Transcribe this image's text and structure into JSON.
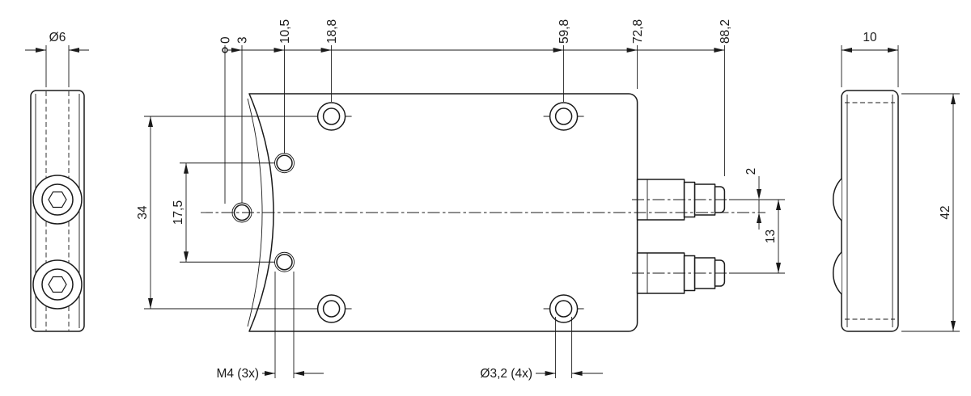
{
  "drawing": {
    "background": "#ffffff",
    "line_color": "#1a1a1a"
  },
  "dims": {
    "dia6": "Ø6",
    "ord": [
      "0",
      "3",
      "10,5",
      "18,8",
      "59,8",
      "72,8",
      "88,2"
    ],
    "h34": "34",
    "h17_5": "17,5",
    "m4": "M4 (3x)",
    "dia32": "Ø3,2 (4x)",
    "d2": "2",
    "d13": "13",
    "w10": "10",
    "h42": "42"
  }
}
